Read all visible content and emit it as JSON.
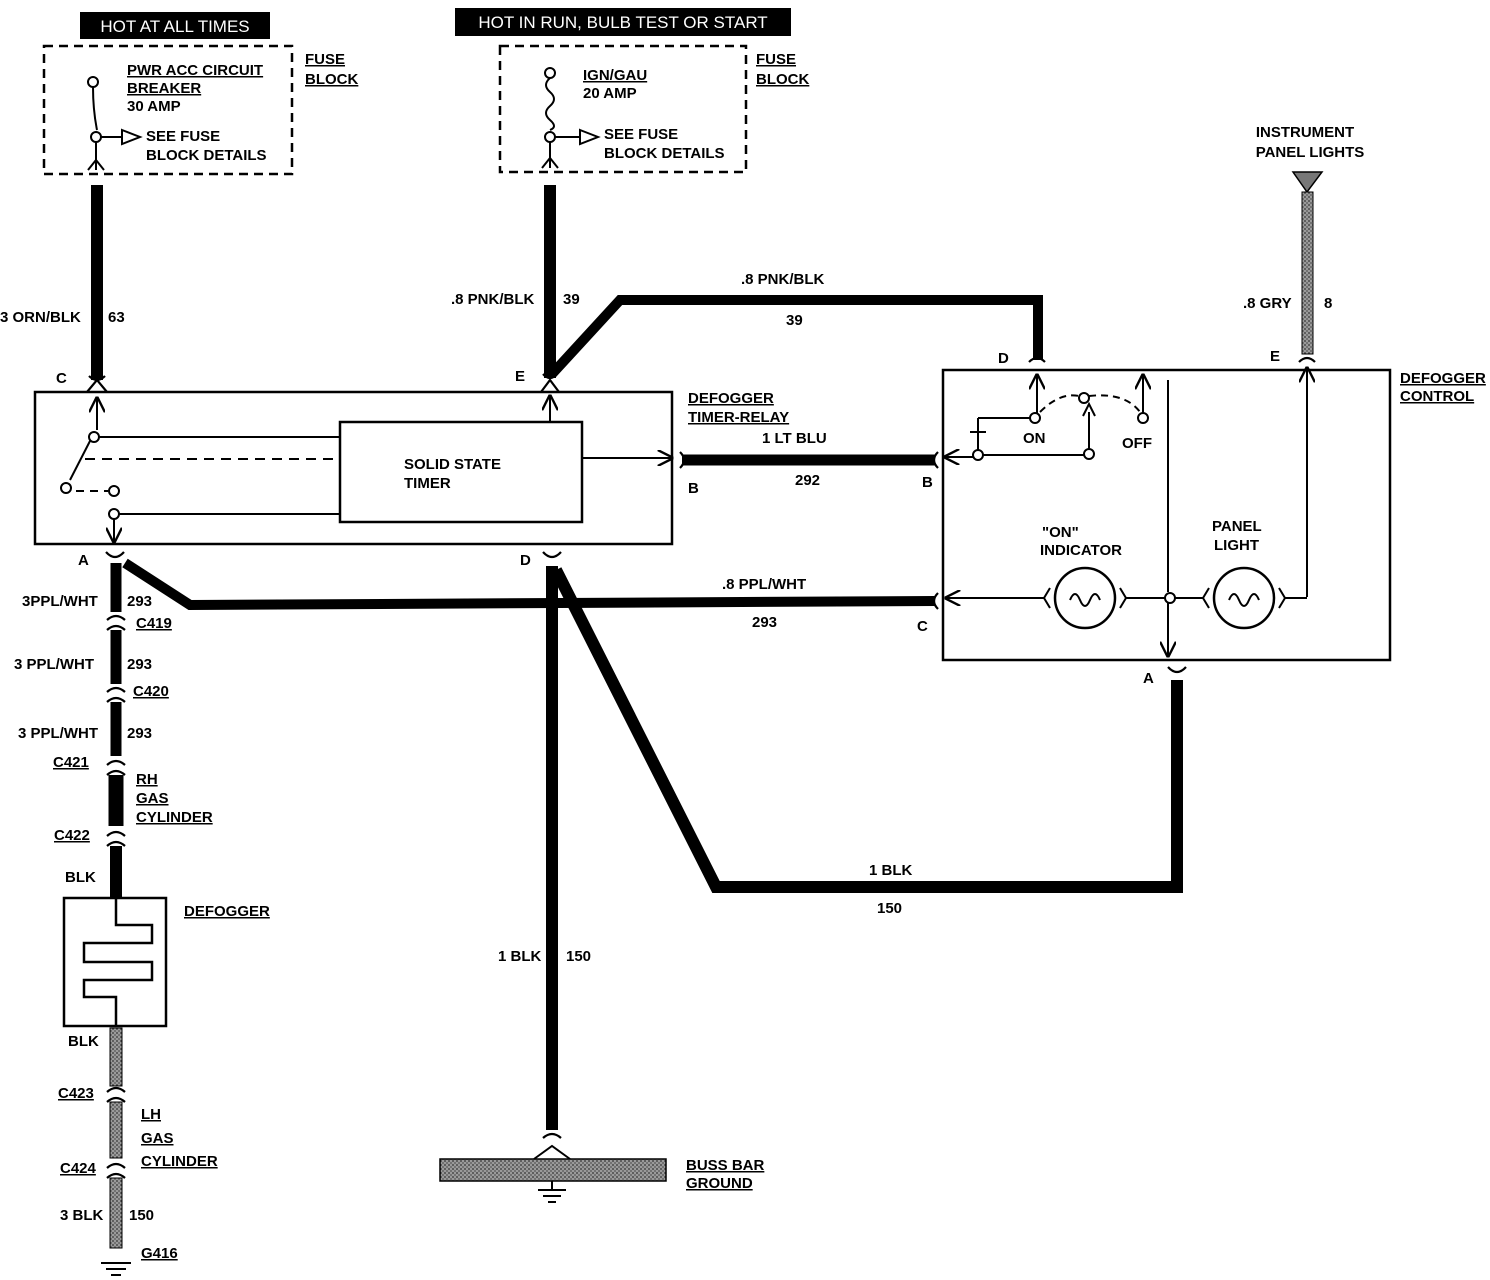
{
  "banners": {
    "left": "HOT AT ALL TIMES",
    "center": "HOT IN RUN, BULB TEST OR START"
  },
  "fuse_left": {
    "title": "FUSE",
    "title2": "BLOCK",
    "line1": "PWR ACC CIRCUIT",
    "line2": "BREAKER",
    "line3": "30 AMP",
    "see1": "SEE FUSE",
    "see2": "BLOCK DETAILS"
  },
  "fuse_center": {
    "title": "FUSE",
    "title2": "BLOCK",
    "line1": "IGN/GAU",
    "line2": "20 AMP",
    "see1": "SEE FUSE",
    "see2": "BLOCK DETAILS"
  },
  "instrument": {
    "line1": "INSTRUMENT",
    "line2": "PANEL LIGHTS"
  },
  "wires": {
    "w63_label": "3 ORN/BLK",
    "w63_num": "63",
    "w39_label": ".8 PNK/BLK",
    "w39_num": "39",
    "w39b_label": ".8 PNK/BLK",
    "w39b_num": "39",
    "w8_label": ".8 GRY",
    "w8_num": "8",
    "w292_label": "1 LT BLU",
    "w292_num": "292",
    "w293_label": ".8 PPL/WHT",
    "w293_num": "293",
    "w293a_label": "3PPL/WHT",
    "w293a_num": "293",
    "w293b_label": "3 PPL/WHT",
    "w293b_num": "293",
    "w293c_label": "3 PPL/WHT",
    "w293c_num": "293",
    "w150_label": "1 BLK",
    "w150_num": "150",
    "w150b_label": "1 BLK",
    "w150b_num": "150",
    "w150c_label": "3 BLK",
    "w150c_num": "150",
    "blk_top": "BLK",
    "blk_bottom": "BLK"
  },
  "relay": {
    "title1": "DEFOGGER",
    "title2": "TIMER-RELAY",
    "timer1": "SOLID STATE",
    "timer2": "TIMER",
    "pin_c": "C",
    "pin_e": "E",
    "pin_b": "B",
    "pin_a": "A",
    "pin_d": "D"
  },
  "control": {
    "title1": "DEFOGGER",
    "title2": "CONTROL",
    "on": "ON",
    "off": "OFF",
    "ind1": "\"ON\"",
    "ind2": "INDICATOR",
    "panel1": "PANEL",
    "panel2": "LIGHT",
    "pin_d": "D",
    "pin_e": "E",
    "pin_b": "B",
    "pin_c": "C",
    "pin_a": "A"
  },
  "connectors": {
    "c419": "C419",
    "c420": "C420",
    "c421": "C421",
    "c422": "C422",
    "c423": "C423",
    "c424": "C424",
    "g416": "G416"
  },
  "components": {
    "rh1": "RH",
    "rh2": "GAS",
    "rh3": "CYLINDER",
    "lh1": "LH",
    "lh2": "GAS",
    "lh3": "CYLINDER",
    "defogger": "DEFOGGER",
    "buss1": "BUSS BAR",
    "buss2": "GROUND"
  }
}
